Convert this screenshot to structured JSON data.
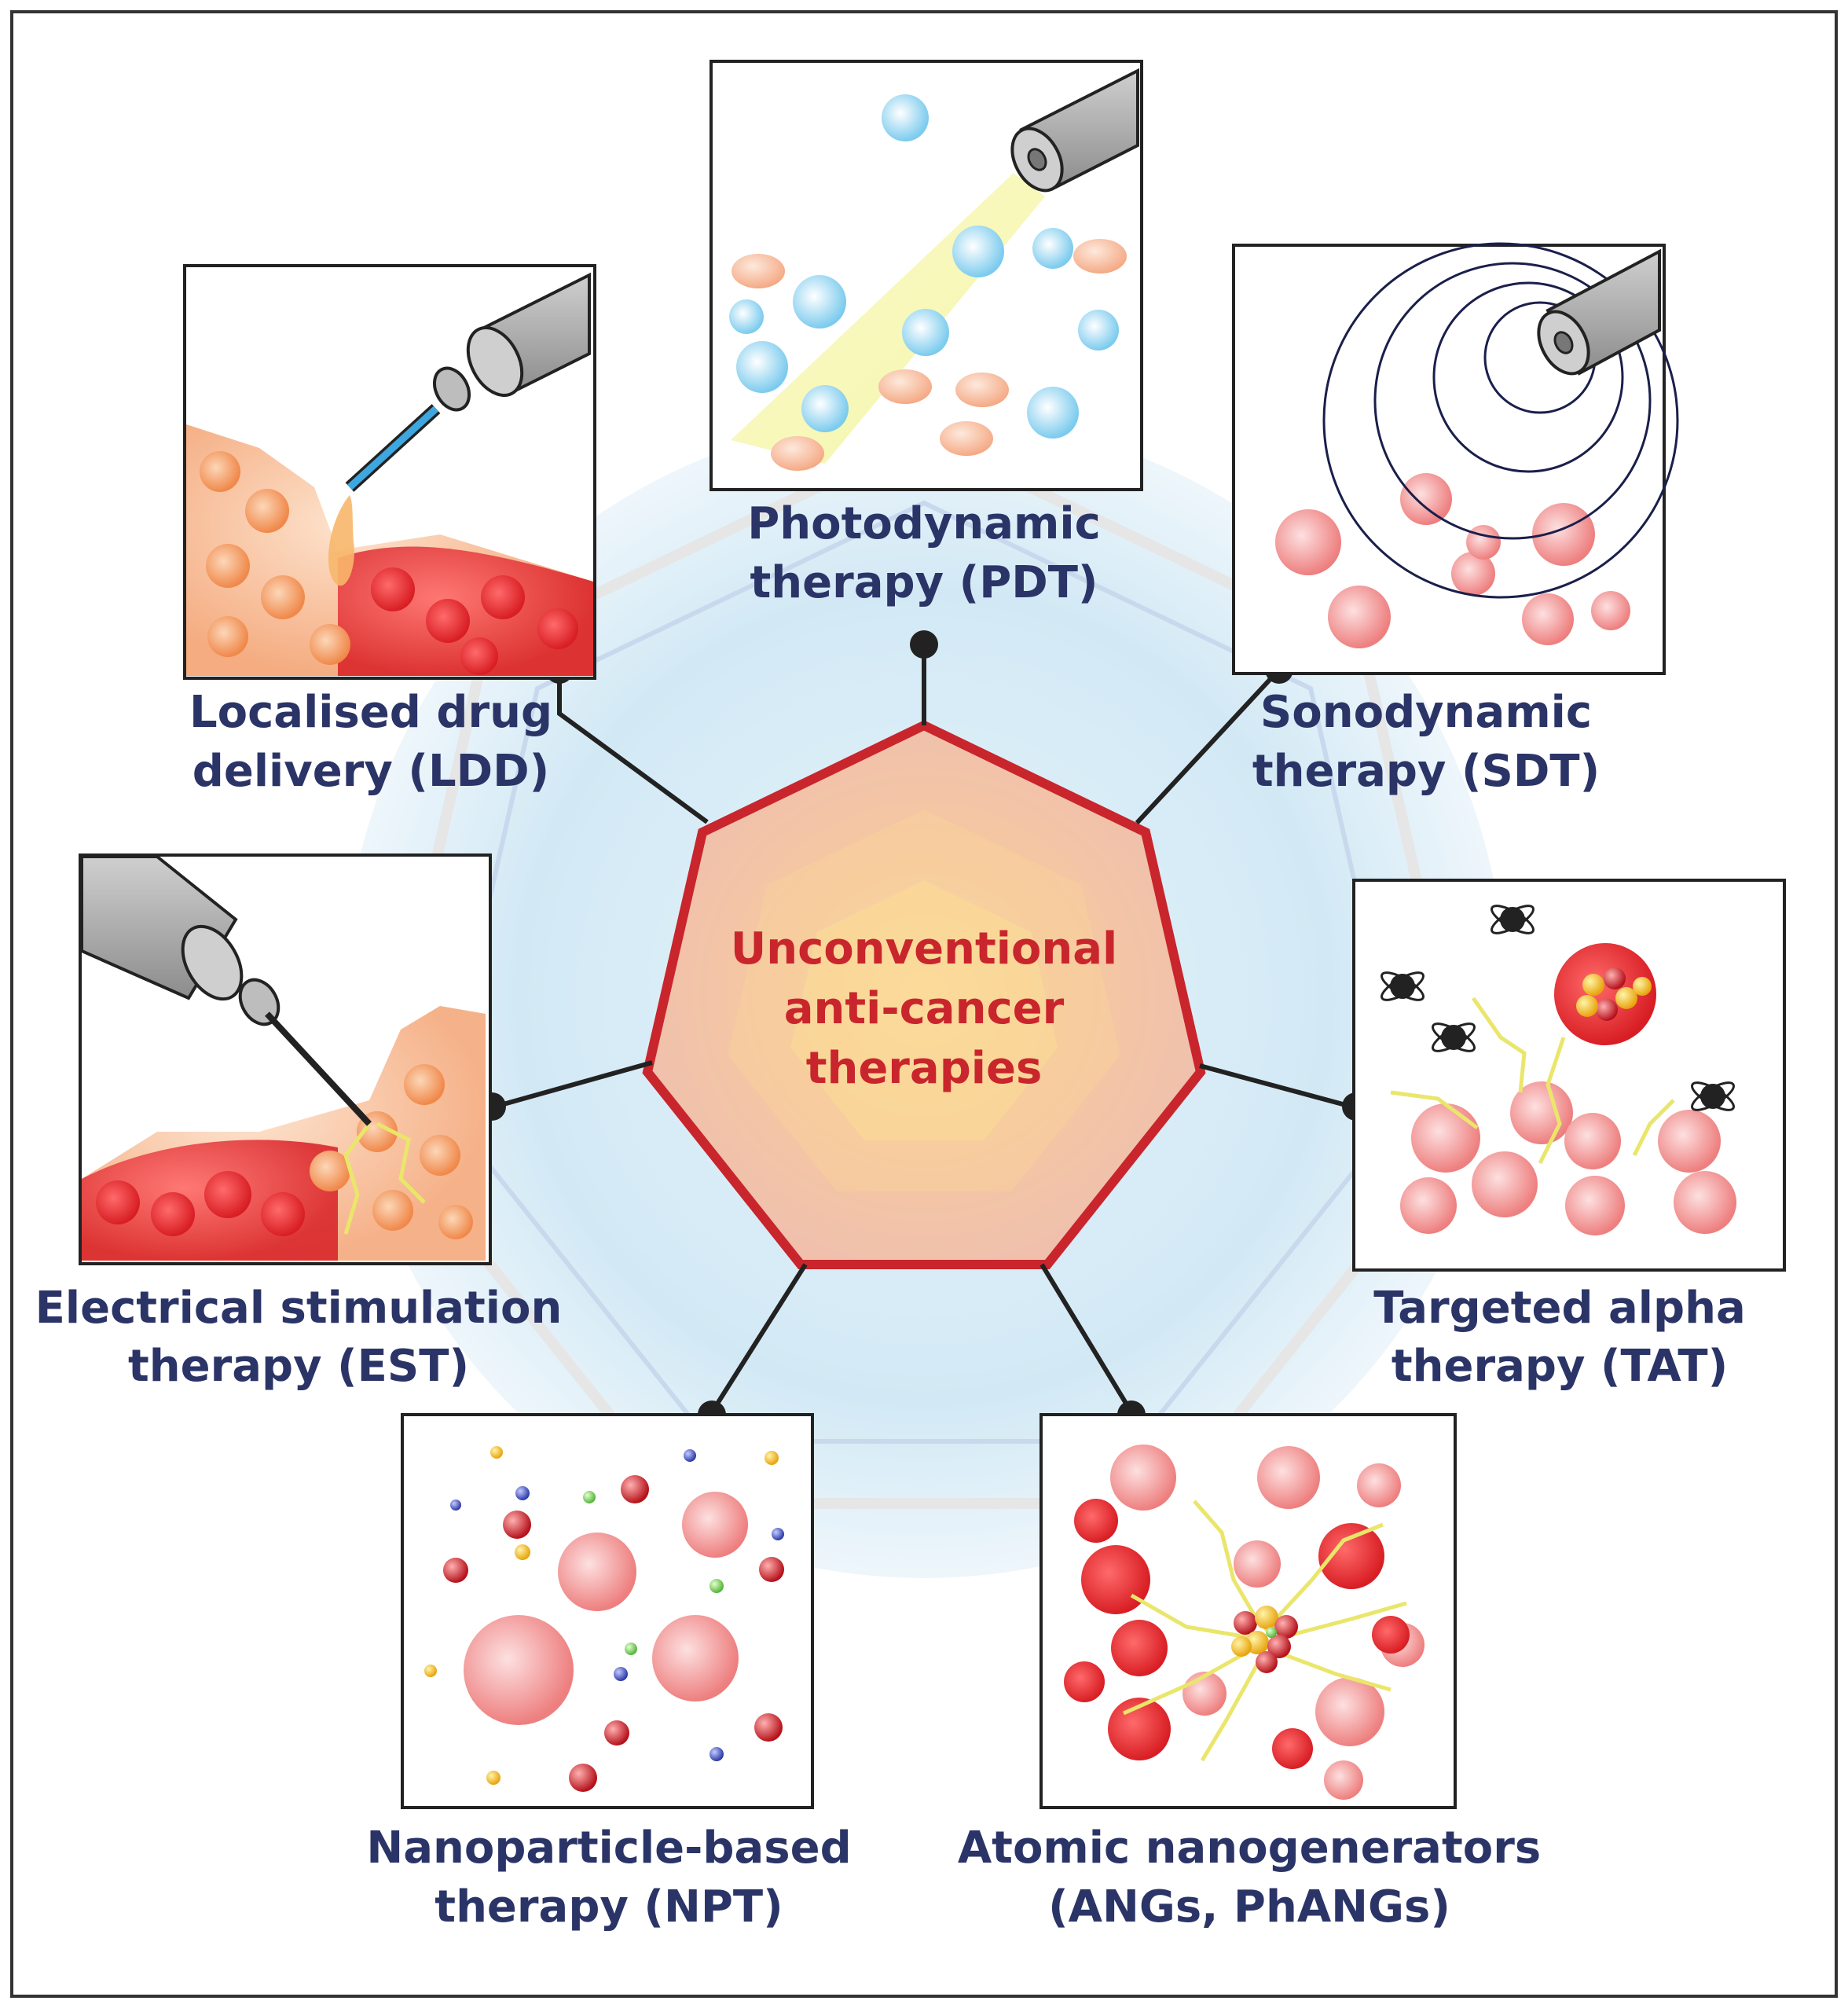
{
  "center": {
    "line1": "Unconventional",
    "line2": "anti-cancer",
    "line3": "therapies"
  },
  "therapies": [
    {
      "id": "pdt",
      "line1": "Photodynamic",
      "line2": "therapy (PDT)"
    },
    {
      "id": "sdt",
      "line1": "Sonodynamic",
      "line2": "therapy (SDT)"
    },
    {
      "id": "tat",
      "line1": "Targeted alpha",
      "line2": "therapy (TAT)"
    },
    {
      "id": "ang",
      "line1": "Atomic nanogenerators",
      "line2": "(ANGs, PhANGs)"
    },
    {
      "id": "npt",
      "line1": "Nanoparticle-based",
      "line2": "therapy (NPT)"
    },
    {
      "id": "est",
      "line1": "Electrical stimulation",
      "line2": "therapy (EST)"
    },
    {
      "id": "ldd",
      "line1": "Localised drug",
      "line2": "delivery (LDD)"
    }
  ],
  "colors": {
    "frame": "#333333",
    "label": "#2b3467",
    "center_text": "#c9252c",
    "heptagon_stroke": "#c9252c",
    "heptagon_fill": "#f2c6a8",
    "background_glow": "#cfe8f5",
    "cancer_cell": "#f07a7a",
    "connector": "#222222"
  }
}
